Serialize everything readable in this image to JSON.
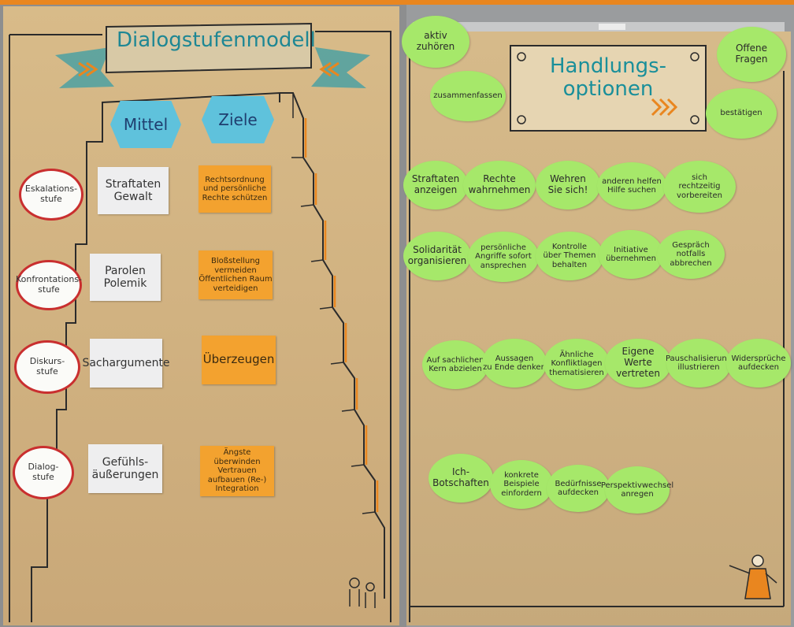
{
  "left_poster": {
    "title": "Dialogstufenmodell",
    "columns": [
      "Mittel",
      "Ziele"
    ],
    "levels": [
      {
        "stage": "Eskalations-\nstufe",
        "means": "Straftaten\nGewalt",
        "goal": "Rechtsordnung und persönliche Rechte schützen"
      },
      {
        "stage": "Konfrontations-\nstufe",
        "means": "Parolen\nPolemik",
        "goal": "Bloßstellung vermeiden Öffentlichen Raum verteidigen"
      },
      {
        "stage": "Diskurs-\nstufe",
        "means": "Sachargumente",
        "goal": "Überzeugen"
      },
      {
        "stage": "Dialog-\nstufe",
        "means": "Gefühls-\näußerungen",
        "goal": "Ängste überwinden Vertrauen aufbauen (Re-) Integration"
      }
    ]
  },
  "right_poster": {
    "title": "Handlungs-\noptionen",
    "corner_circles": [
      "aktiv\nzuhören",
      "zusammenfassen",
      "Offene\nFragen",
      "bestätigen"
    ],
    "rows": [
      [
        "Straftaten\nanzeigen",
        "Rechte\nwahrnehmen",
        "Wehren\nSie sich!",
        "anderen helfen\nHilfe suchen",
        "sich\nrechtzeitig\nvorbereiten"
      ],
      [
        "Solidarität\norganisieren",
        "persönliche\nAngriffe sofort\nansprechen",
        "Kontrolle\nüber Themen\nbehalten",
        "Initiative\nübernehmen",
        "Gespräch\nnotfalls abbrechen"
      ],
      [
        "Auf sachlichen\nKern abzielen",
        "Aussagen\nzu Ende denken",
        "Ähnliche\nKonfliktlagen\nthematisieren",
        "Eigene\nWerte vertreten",
        "Pauschalisierung\nillustrieren",
        "Widersprüche\naufdecken"
      ],
      [
        "Ich-\nBotschaften",
        "konkrete\nBeispiele\neinfordern",
        "Bedürfnisse\naufdecken",
        "Perspektivwechsel\nanregen"
      ]
    ]
  },
  "colors": {
    "accent_top": "#e9861f",
    "paper": "#d3b583",
    "green_card": "#a6e86a",
    "orange_card": "#f3a22f",
    "teal": "#1e8794",
    "blue_hex": "#5fc2dc",
    "red_outline": "#c92f2f"
  }
}
